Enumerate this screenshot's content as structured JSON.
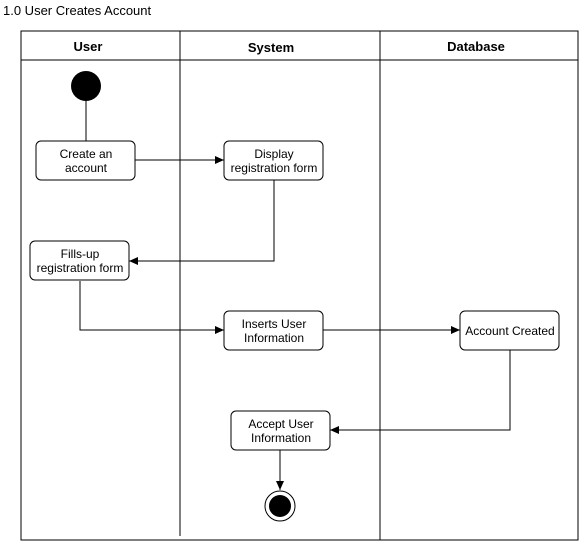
{
  "title": "1.0 User Creates Account",
  "lanes": [
    {
      "id": "user",
      "label": "User"
    },
    {
      "id": "system",
      "label": "System"
    },
    {
      "id": "database",
      "label": "Database"
    }
  ],
  "nodes": [
    {
      "id": "start",
      "type": "initial",
      "lane": "user"
    },
    {
      "id": "create-account",
      "type": "action",
      "lane": "user",
      "lines": [
        "Create an",
        "account"
      ]
    },
    {
      "id": "display-form",
      "type": "action",
      "lane": "system",
      "lines": [
        "Display",
        "registration form"
      ]
    },
    {
      "id": "fills-up-form",
      "type": "action",
      "lane": "user",
      "lines": [
        "Fills-up",
        "registration form"
      ]
    },
    {
      "id": "insert-info",
      "type": "action",
      "lane": "system",
      "lines": [
        "Inserts User",
        "Information"
      ]
    },
    {
      "id": "account-created",
      "type": "action",
      "lane": "database",
      "lines": [
        "Account Created"
      ]
    },
    {
      "id": "accept-info",
      "type": "action",
      "lane": "system",
      "lines": [
        "Accept User",
        "Information"
      ]
    },
    {
      "id": "end",
      "type": "final",
      "lane": "system"
    }
  ],
  "edges": [
    {
      "from": "start",
      "to": "create-account"
    },
    {
      "from": "create-account",
      "to": "display-form"
    },
    {
      "from": "display-form",
      "to": "fills-up-form"
    },
    {
      "from": "fills-up-form",
      "to": "insert-info"
    },
    {
      "from": "insert-info",
      "to": "account-created"
    },
    {
      "from": "account-created",
      "to": "accept-info"
    },
    {
      "from": "accept-info",
      "to": "end"
    }
  ]
}
